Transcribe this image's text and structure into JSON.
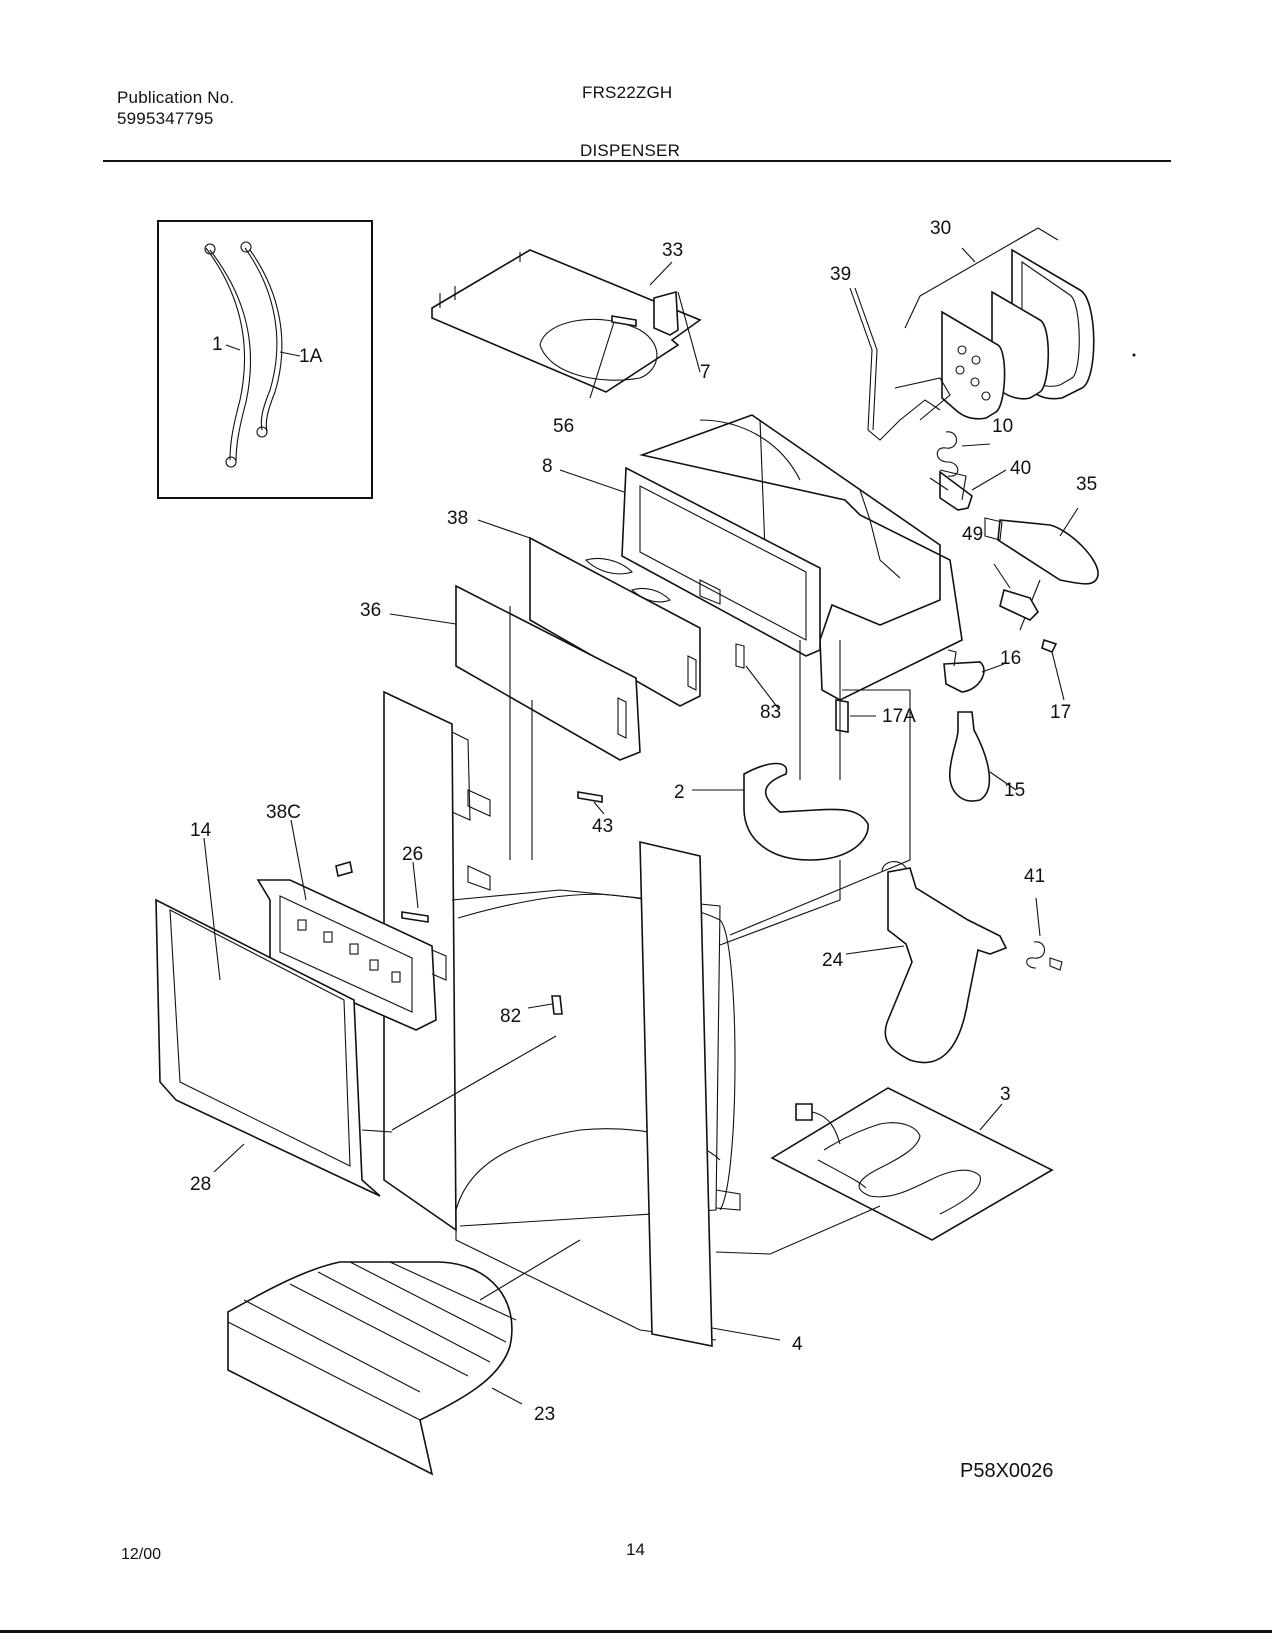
{
  "header": {
    "publication_label": "Publication No.",
    "publication_number": "5995347795",
    "model": "FRS22ZGH",
    "section_title": "DISPENSER"
  },
  "callouts": {
    "p1": "1",
    "p1a": "1A",
    "p2": "2",
    "p3": "3",
    "p4": "4",
    "p7": "7",
    "p8": "8",
    "p10": "10",
    "p14": "14",
    "p15": "15",
    "p16": "16",
    "p17": "17",
    "p17a": "17A",
    "p23": "23",
    "p24": "24",
    "p26": "26",
    "p28": "28",
    "p30": "30",
    "p33": "33",
    "p35": "35",
    "p36": "36",
    "p38": "38",
    "p38c": "38C",
    "p39": "39",
    "p40": "40",
    "p41": "41",
    "p43": "43",
    "p49": "49",
    "p56": "56",
    "p82": "82",
    "p83": "83"
  },
  "figure_code": "P58X0026",
  "footer": {
    "date": "12/00",
    "page_number": "14"
  }
}
